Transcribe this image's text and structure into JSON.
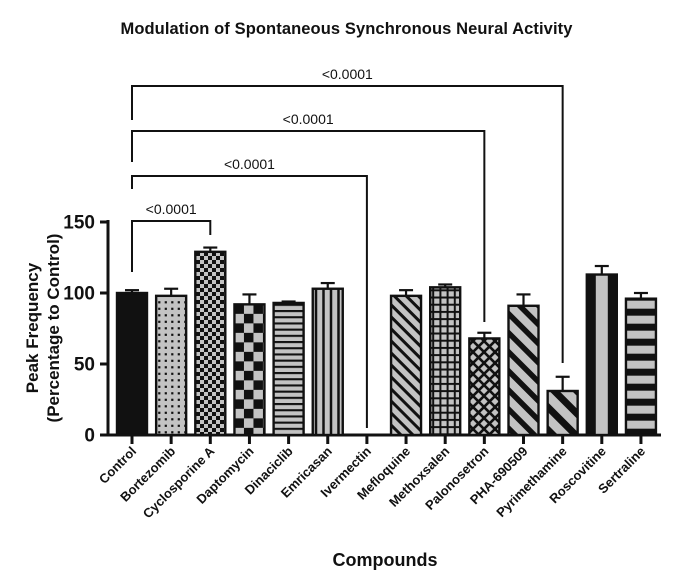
{
  "page": {
    "title": "Modulation of Spontaneous Synchronous Neural Activity"
  },
  "chart_data": {
    "type": "bar",
    "title": "Modulation of Spontaneous Synchronous Neural Activity",
    "xlabel": "Compounds",
    "ylabel_line1": "Peak Frequency",
    "ylabel_line2": "(Percentage to Control)",
    "ylim": [
      0,
      150
    ],
    "yticks": [
      0,
      50,
      100,
      150
    ],
    "grid": false,
    "legend": "none",
    "categories": [
      "Control",
      "Bortezomib",
      "Cyclosporine A",
      "Daptomycin",
      "Dinaciclib",
      "Emricasan",
      "Ivermectin",
      "Mefloquine",
      "Methoxsalen",
      "Palonosetron",
      "PHA-690509",
      "Pyrimethamine",
      "Roscovitine",
      "Sertraline"
    ],
    "values": [
      100,
      98,
      129,
      92,
      93,
      103,
      0,
      98,
      104,
      68,
      91,
      31,
      113,
      96
    ],
    "errors_upper": [
      2,
      5,
      3,
      7,
      1,
      4,
      0,
      4,
      2,
      4,
      8,
      10,
      6,
      4
    ],
    "bar_patterns": [
      "solid-black",
      "dots",
      "fine-checker",
      "checkerboard",
      "horizontal-lines",
      "vertical-lines",
      "none",
      "diagonal-left",
      "grid",
      "diagonal-crosshatch",
      "thick-diagonal-left",
      "wide-diagonal-left",
      "thick-vertical-bands",
      "thick-horizontal-bands"
    ],
    "bar_fill_gray": "#c3c3c3",
    "bar_edge_color": "#111111",
    "significance_brackets": [
      {
        "from": "Control",
        "to": "Cyclosporine A",
        "label": "<0.0001"
      },
      {
        "from": "Control",
        "to": "Ivermectin",
        "label": "<0.0001"
      },
      {
        "from": "Control",
        "to": "Palonosetron",
        "label": "<0.0001"
      },
      {
        "from": "Control",
        "to": "Pyrimethamine",
        "label": "<0.0001"
      }
    ]
  }
}
